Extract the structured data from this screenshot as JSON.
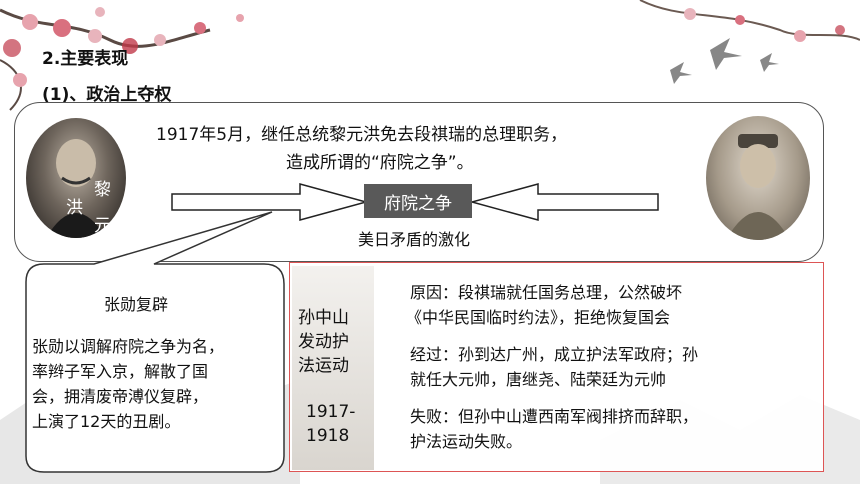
{
  "headings": {
    "main": "2.主要表现",
    "sub": "(1)、政治上夺权"
  },
  "top": {
    "line1": "1917年5月，继任总统黎元洪免去段祺瑞的总理职务，",
    "line2": "造成所谓的“府院之争”。",
    "left_name": [
      "黎",
      "洪",
      "元"
    ],
    "center_label": "府院之争",
    "sub_label": "美日矛盾的激化"
  },
  "bubble": {
    "title": "张勋复辟",
    "lines": [
      "张勋以调解府院之争为名，",
      "率辫子军入京，解散了国",
      "会，拥清废帝溥仪复辟，",
      "上演了12天的丑剧。"
    ]
  },
  "movement": {
    "title_lines": [
      "孙中山",
      "发动护",
      "法运动"
    ],
    "years": [
      "1917-",
      "1918"
    ],
    "cause": [
      "原因：段祺瑞就任国务总理，公然破坏",
      "《中华民国临时约法》，拒绝恢复国会"
    ],
    "process": [
      "经过：孙到达广州，成立护法军政府；孙",
      "就任大元帅，唐继尧、陆荣廷为元帅"
    ],
    "failure": [
      "失败：但孙中山遭西南军阀排挤而辞职，",
      "护法运动失败。"
    ]
  },
  "colors": {
    "accent_red": "#d55555",
    "label_gray": "#595959",
    "blossom": "#c0394a"
  },
  "icons": [
    "plum-blossom-decor",
    "crane-decor",
    "mountain-decor",
    "arrow-right-icon",
    "arrow-left-icon"
  ]
}
